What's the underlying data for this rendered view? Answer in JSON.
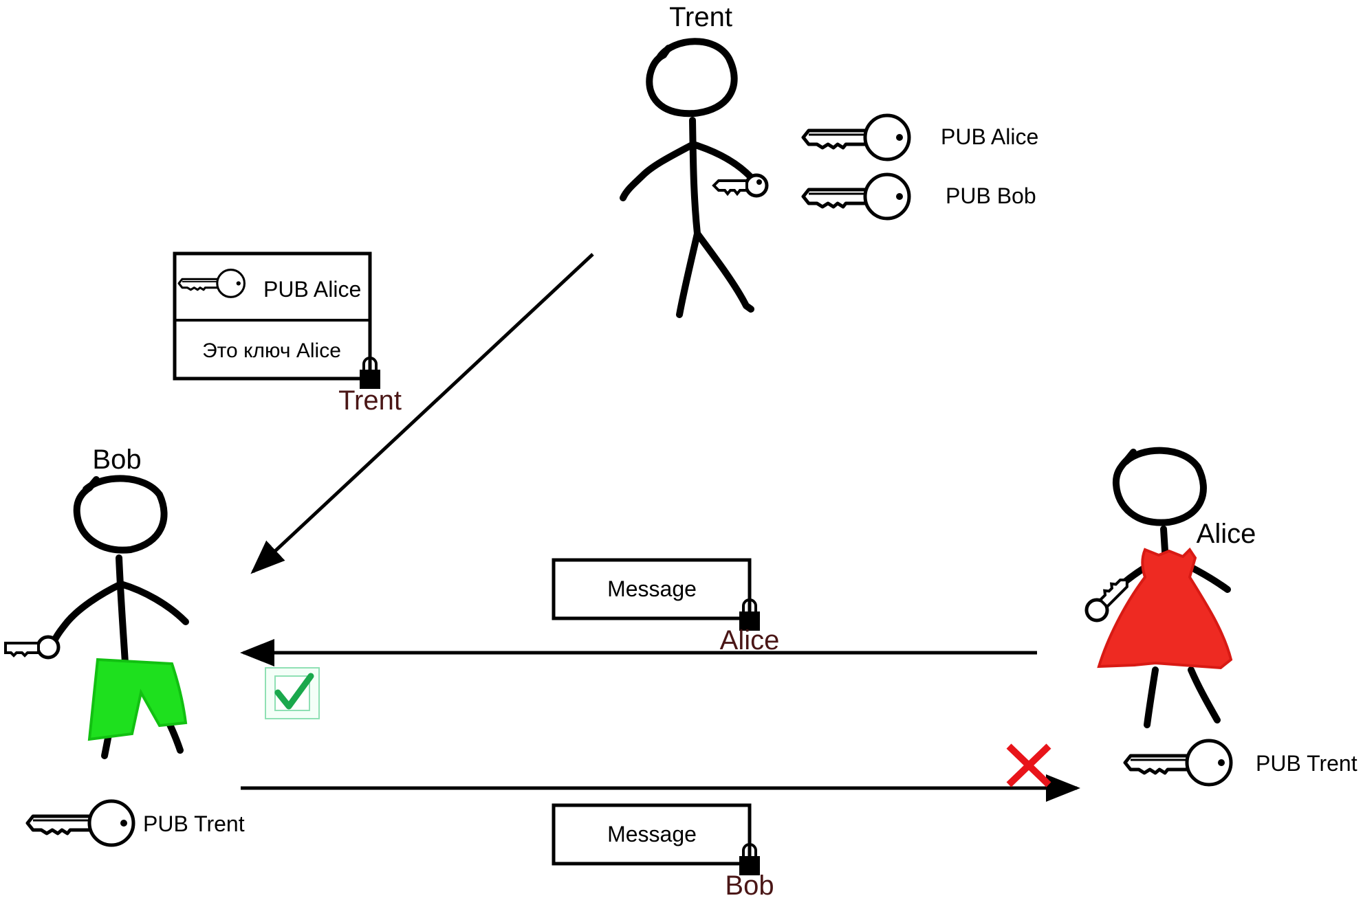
{
  "actors": {
    "trent": {
      "name": "Trent"
    },
    "bob": {
      "name": "Bob"
    },
    "alice": {
      "name": "Alice"
    }
  },
  "trent_keys": [
    {
      "label": "PUB Alice",
      "icon": "key-icon"
    },
    {
      "label": "PUB Bob",
      "icon": "key-icon"
    }
  ],
  "certificate": {
    "key_label": "PUB Alice",
    "text": "Это ключ Alice",
    "signer": "Trent"
  },
  "message_from_alice": {
    "text": "Message",
    "signer": "Alice"
  },
  "message_from_bob": {
    "text": "Message",
    "signer": "Bob"
  },
  "bob_key_label": "PUB Trent",
  "alice_key_label": "PUB Trent",
  "status": {
    "verified_icon": "checkmark-icon",
    "rejected_icon": "cross-icon"
  },
  "colors": {
    "signer_text": "#4a1616",
    "bob_shorts": "#1ee01e",
    "alice_dress": "#ee2a22",
    "check_green": "#1aa84c",
    "check_box": "#8fe0b4",
    "cross_red": "#e8141a"
  }
}
